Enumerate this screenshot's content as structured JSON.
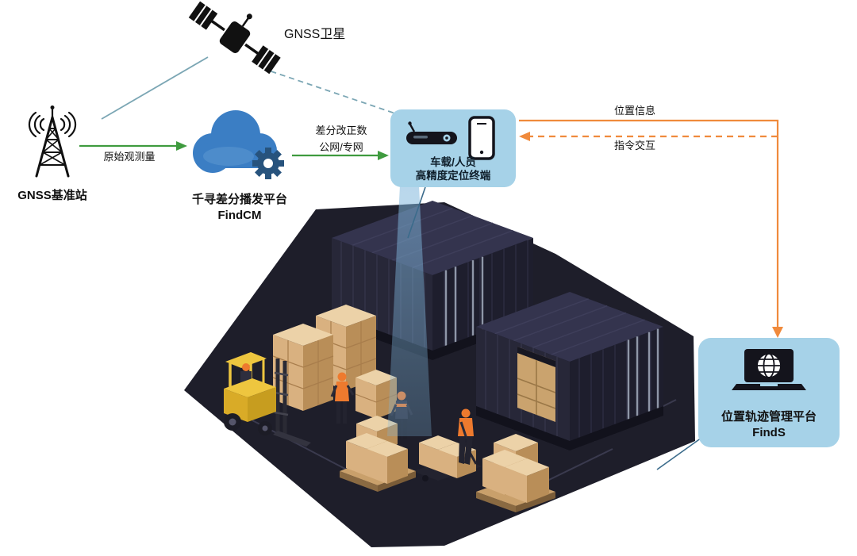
{
  "diagram": {
    "satellite": {
      "label": "GNSS卫星"
    },
    "base_station": {
      "label": "GNSS基准站"
    },
    "cloud_platform": {
      "title": "千寻差分播发平台",
      "subtitle": "FindCM"
    },
    "terminal": {
      "line1": "车载/人员",
      "line2": "高精度定位终端"
    },
    "management_platform": {
      "title": "位置轨迹管理平台",
      "subtitle": "FindS"
    },
    "links": {
      "raw_observation": {
        "label": "原始观测量",
        "style": "solid-green-arrow"
      },
      "corrections": {
        "line1": "差分改正数",
        "line2": "公网/专网",
        "style": "solid-green-arrow"
      },
      "satellite_to_base": {
        "style": "solid-teal-line"
      },
      "satellite_to_terminal": {
        "style": "dashed-teal-line"
      },
      "position_info": {
        "label": "位置信息",
        "style": "solid-orange-arrow"
      },
      "command_exchange": {
        "label": "指令交互",
        "style": "dashed-orange-arrow"
      }
    }
  },
  "icons": {
    "satellite": "gnss-satellite-icon",
    "base_station": "radio-tower-icon",
    "cloud": "cloud-gear-icon",
    "terminal_device": "vehicle-terminal-icon",
    "phone": "smartphone-icon",
    "laptop_globe": "laptop-globe-icon"
  },
  "colors": {
    "green_arrow": "#3f9b3f",
    "teal_line": "#7ba6b4",
    "orange_arrow": "#f08a3c",
    "bubble_background": "#a6d2e8",
    "cloud_blue": "#3b7ec4",
    "gear_blue": "#27537d",
    "scene_ground": "#1e1e2a",
    "container_navy": "#272738",
    "crate_tan": "#d9b180",
    "forklift_yellow": "#eec63f",
    "helmet_orange": "#ee7a2e",
    "beam_blue": "#7fb6dc",
    "text": "#111111"
  }
}
